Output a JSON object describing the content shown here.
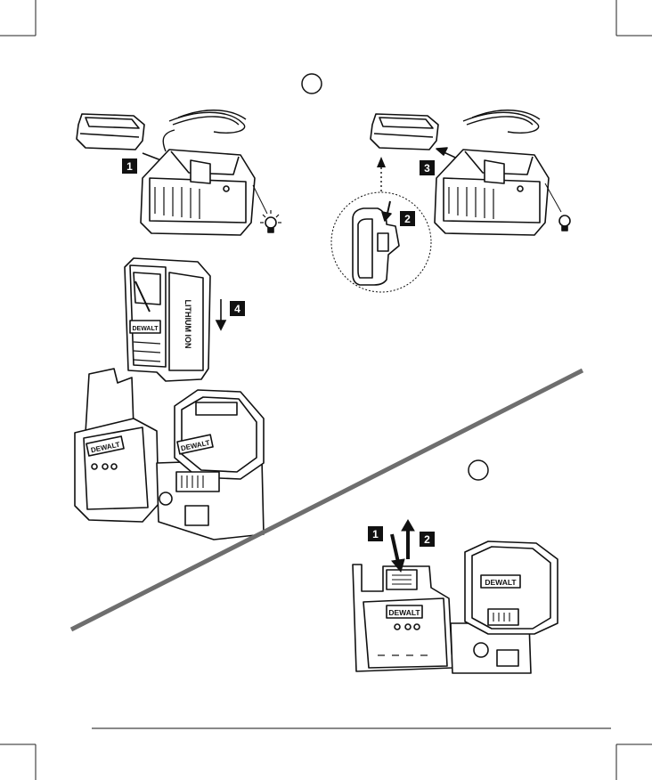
{
  "figure_a": {
    "circle_label": "",
    "steps": [
      "1",
      "2",
      "3",
      "4"
    ],
    "battery_label": "LITHIUM ION",
    "battery_brand": "DEWALT",
    "laser_brand": "DEWALT"
  },
  "figure_b": {
    "circle_label": "",
    "steps": [
      "1",
      "2"
    ],
    "laser_brand": "DEWALT",
    "battery_brand": "DEWALT"
  },
  "colors": {
    "ink": "#1a1a1a",
    "divider": "#6e6e6e",
    "light": "#f2f2f2"
  },
  "icons": [
    "charger-icon",
    "battery-icon",
    "power-cord-icon",
    "led-lit-icon",
    "led-unlit-icon",
    "laser-tool-icon",
    "arrow-icon"
  ]
}
